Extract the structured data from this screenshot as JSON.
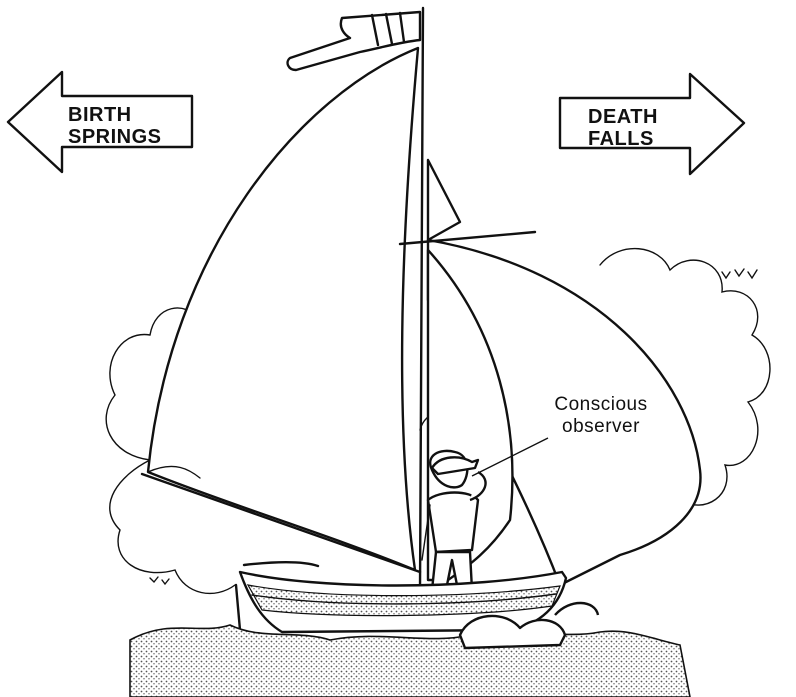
{
  "arrows": {
    "left": {
      "line1": "BIRTH",
      "line2": "SPRINGS"
    },
    "right": {
      "line1": "DEATH",
      "line2": "FALLS"
    }
  },
  "observer_label": {
    "line1": "Conscious",
    "line2": "observer"
  },
  "colors": {
    "ink": "#111111",
    "paper": "#ffffff",
    "stipple": "#777777"
  }
}
